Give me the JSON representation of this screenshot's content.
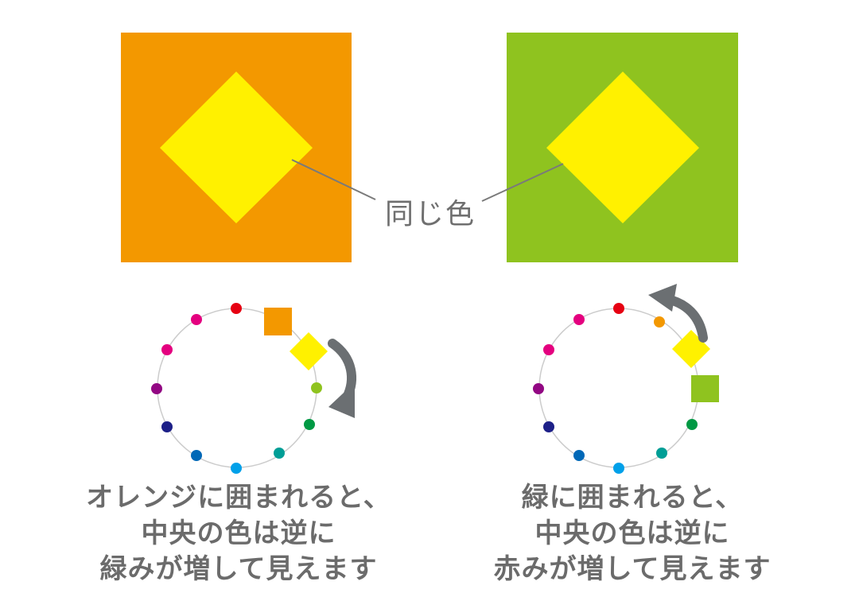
{
  "label_same_color": "同じ色",
  "left": {
    "caption": [
      "オレンジに囲まれると、",
      "中央の色は逆に",
      "緑みが増して見えます"
    ]
  },
  "right": {
    "caption": [
      "緑に囲まれると、",
      "中央の色は逆に",
      "赤みが増して見えます"
    ]
  },
  "colors": {
    "orange": "#f39800",
    "green": "#8fc31f",
    "yellow": "#fff100",
    "arrow": "#6b6f72",
    "ring": "#cccccc"
  },
  "wheel_dots": [
    "#e60012",
    "#e4007f",
    "#e4007f",
    "#920783",
    "#1d2088",
    "#0068b7",
    "#00a0e9",
    "#009e96",
    "#009944",
    "#8fc31f",
    "#f39800"
  ]
}
